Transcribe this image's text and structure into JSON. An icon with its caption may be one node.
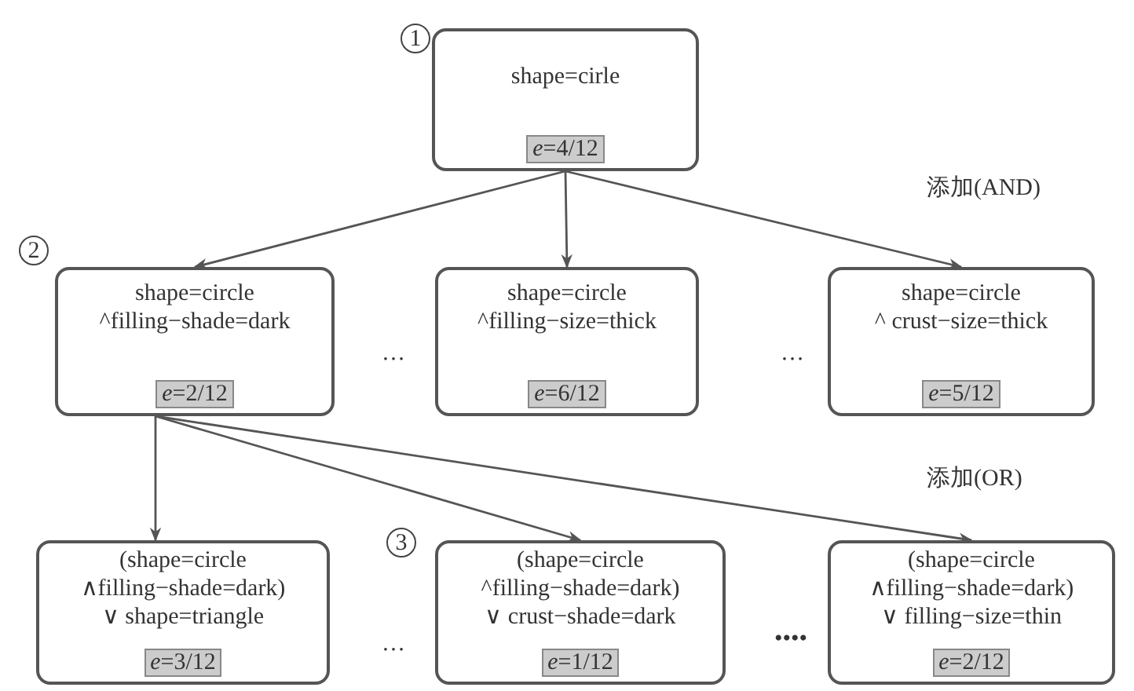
{
  "diagram": {
    "nodes": [
      {
        "text": [
          "shape=cirle",
          "*e*=4/12"
        ]
      },
      {
        "text": [
          "shape=circle",
          "^filling−shade=dark",
          "*e*=2/12"
        ]
      },
      {
        "text": [
          "shape=circle",
          "^filling−size=thick",
          "*e*=6/12"
        ]
      },
      {
        "text": [
          "shape=circle",
          "^ crust−size=thick",
          "*e*=5/12"
        ]
      },
      {
        "text": [
          "(shape=circle",
          "∧filling−shade=dark)",
          "∨ shape=triangle",
          "*e*=3/12"
        ]
      },
      {
        "text": [
          "(shape=circle",
          "^filling−shade=dark)",
          "∨ crust−shade=dark",
          "*e*=1/12"
        ]
      },
      {
        "text": [
          "(shape=circle",
          "∧filling−shade=dark)",
          "∨ filling−size=thin",
          "*e*=2/12"
        ]
      }
    ],
    "edges": [
      {
        "from": 0,
        "to": 1,
        "arrow": "to"
      },
      {
        "from": 0,
        "to": 2,
        "arrow": "to"
      },
      {
        "from": 0,
        "to": 3,
        "arrow": "to"
      },
      {
        "from": 1,
        "to": 4,
        "arrow": "to"
      },
      {
        "from": 1,
        "to": 5,
        "arrow": "to"
      },
      {
        "from": 1,
        "to": 6,
        "arrow": "to"
      }
    ],
    "labels": [
      "1",
      "添加(AND)",
      "2",
      "…",
      "…",
      "添加(OR)",
      "3",
      "…",
      "••••"
    ]
  }
}
